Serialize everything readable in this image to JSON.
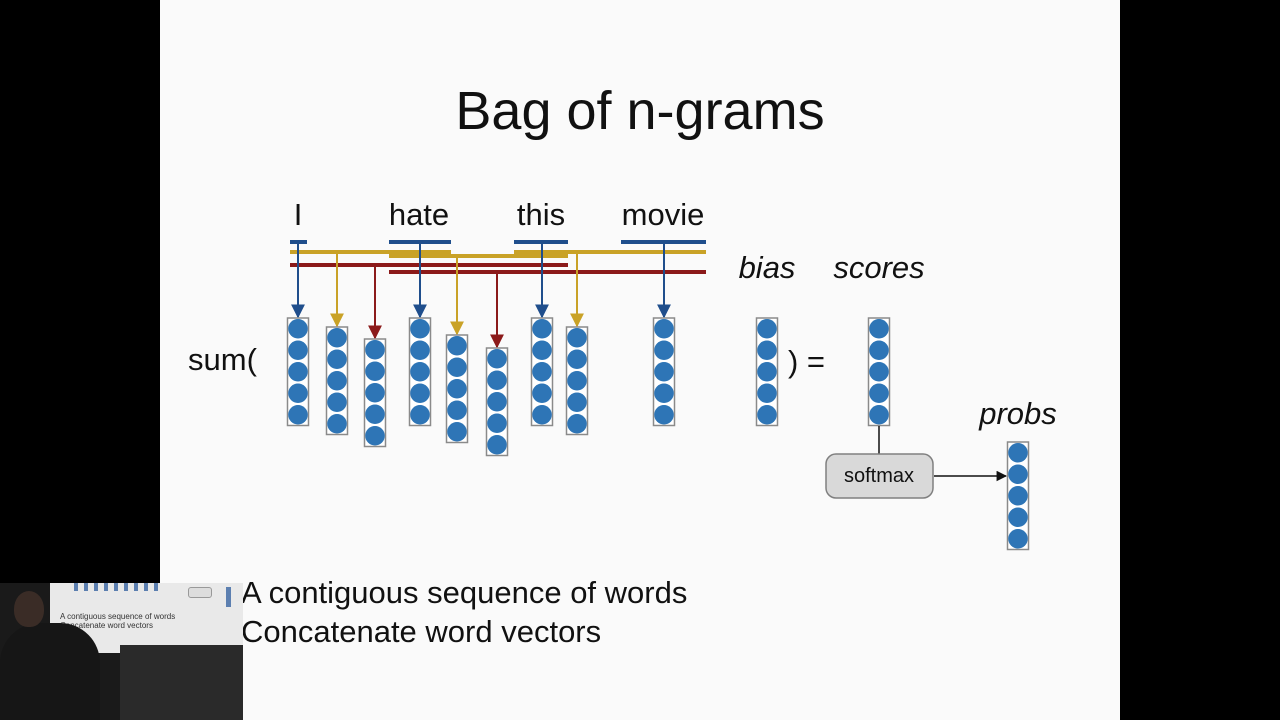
{
  "slide": {
    "title": "Bag of n-grams",
    "bullets": [
      "A contiguous sequence of words",
      "Concatenate word vectors"
    ]
  },
  "diagram": {
    "words": [
      "I",
      "hate",
      "this",
      "movie"
    ],
    "sum_open": "sum(",
    "sum_close": ") =",
    "labels": {
      "bias": "bias",
      "scores": "scores",
      "probs": "probs",
      "softmax": "softmax"
    },
    "colors": {
      "unigram": "#1f4e8c",
      "bigram": "#c9a227",
      "trigram": "#8b1a1a",
      "cell": "#2e75b6",
      "cell_border": "#8a8a8a",
      "softmax_fill": "#d9d9d9",
      "softmax_border": "#808080"
    }
  },
  "speaker_inset": {
    "mini_bullets": [
      "A contiguous sequence of words",
      "Concatenate word vectors"
    ]
  }
}
